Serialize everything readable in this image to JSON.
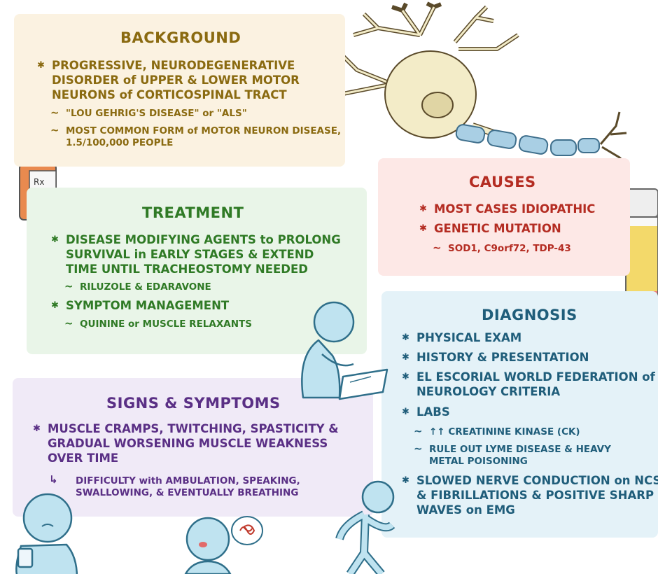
{
  "background": {
    "title": "BACKGROUND",
    "bullet": [
      "PROGRESSIVE, NEURODEGENERATIVE",
      "DISORDER of UPPER & LOWER MOTOR",
      "NEURONS of CORTICOSPINAL TRACT"
    ],
    "sub1": "\"LOU GEHRIG'S DISEASE\" or \"ALS\"",
    "sub2": [
      "MOST COMMON FORM of MOTOR NEURON DISEASE,",
      "1.5/100,000 PEOPLE"
    ]
  },
  "treatment": {
    "title": "TREATMENT",
    "bullet1": [
      "DISEASE MODIFYING AGENTS to PROLONG",
      "SURVIVAL in EARLY STAGES & EXTEND",
      "TIME UNTIL TRACHEOSTOMY NEEDED"
    ],
    "sub1": "RILUZOLE & EDARAVONE",
    "bullet2": "SYMPTOM MANAGEMENT",
    "sub2": "QUININE or MUSCLE RELAXANTS"
  },
  "causes": {
    "title": "CAUSES",
    "bullet1": "MOST CASES IDIOPATHIC",
    "bullet2": "GENETIC MUTATION",
    "sub1": "SOD1, C9orf72, TDP-43"
  },
  "diagnosis": {
    "title": "DIAGNOSIS",
    "b1": "PHYSICAL EXAM",
    "b2": "HISTORY & PRESENTATION",
    "b3": [
      "EL ESCORIAL WORLD FEDERATION of",
      "NEUROLOGY CRITERIA"
    ],
    "b4": "LABS",
    "s1": "↑↑ CREATININE KINASE (CK)",
    "s2": [
      "RULE OUT LYME DISEASE & HEAVY",
      "METAL POISONING"
    ],
    "b5": [
      "SLOWED NERVE CONDUCTION on NCS",
      "& FIBRILLATIONS & POSITIVE SHARP",
      "WAVES on EMG"
    ]
  },
  "signs": {
    "title": "SIGNS & SYMPTOMS",
    "bullet": [
      "MUSCLE CRAMPS, TWITCHING, SPASTICITY &",
      "GRADUAL WORSENING MUSCLE WEAKNESS",
      "OVER TIME"
    ],
    "sub": [
      "DIFFICULTY with AMBULATION, SPEAKING,",
      "SWALLOWING, & EVENTUALLY BREATHING"
    ]
  },
  "pill_bottle_label": "Rx",
  "colors": {
    "background": "#8a6a10",
    "treatment": "#2f7a25",
    "causes": "#b42c22",
    "diagnosis": "#1f5d7a",
    "signs": "#5a2f85"
  }
}
